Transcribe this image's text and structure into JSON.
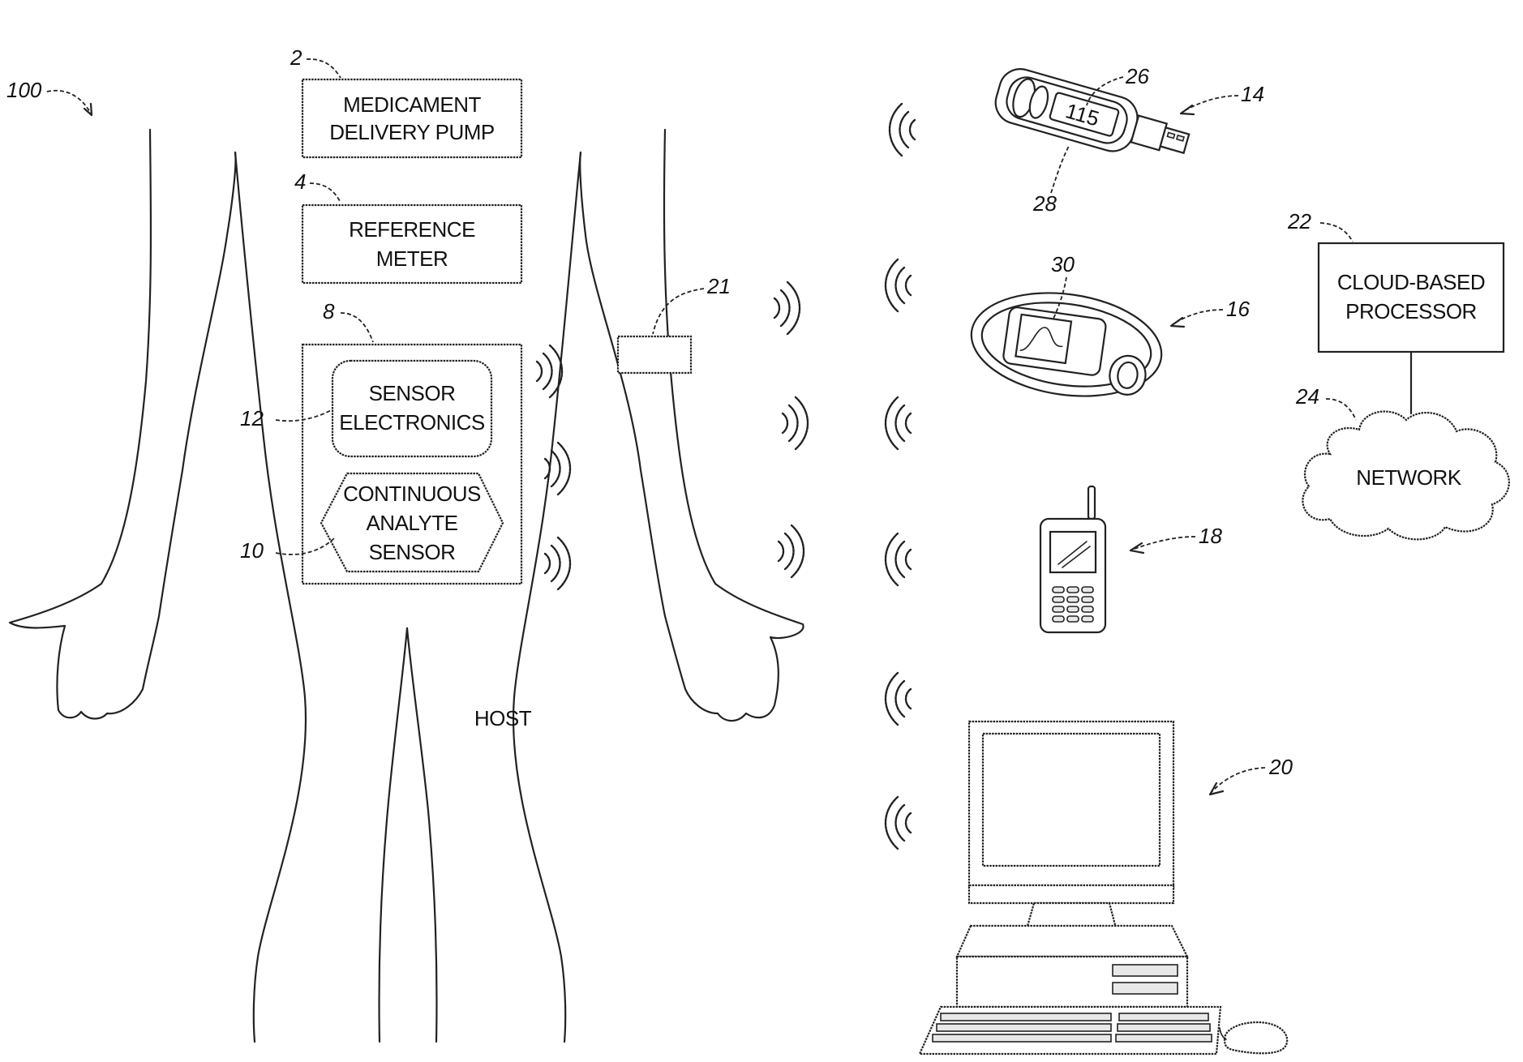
{
  "boxes": {
    "pump": {
      "line1": "MEDICAMENT",
      "line2": "DELIVERY PUMP"
    },
    "meter": {
      "line1": "REFERENCE",
      "line2": "METER"
    },
    "electronics": {
      "line1": "SENSOR",
      "line2": "ELECTRONICS"
    },
    "analyte": {
      "line1": "CONTINUOUS",
      "line2": "ANALYTE",
      "line3": "SENSOR"
    },
    "cloud_processor": {
      "line1": "CLOUD-BASED",
      "line2": "PROCESSOR"
    },
    "network": "NETWORK",
    "host": "HOST"
  },
  "refs": {
    "system": "100",
    "pump": "2",
    "meter": "4",
    "sensor_system": "8",
    "electronics": "12",
    "analyte": "10",
    "patch": "21",
    "usb_receiver": "14",
    "usb_display": "26",
    "usb_value": "28",
    "handheld_receiver": "16",
    "handheld_display": "30",
    "phone": "18",
    "computer": "20",
    "cloud_processor": "22",
    "network": "24"
  },
  "usb_reading": "115",
  "colors": {
    "stroke": "#222222",
    "background": "#ffffff"
  }
}
